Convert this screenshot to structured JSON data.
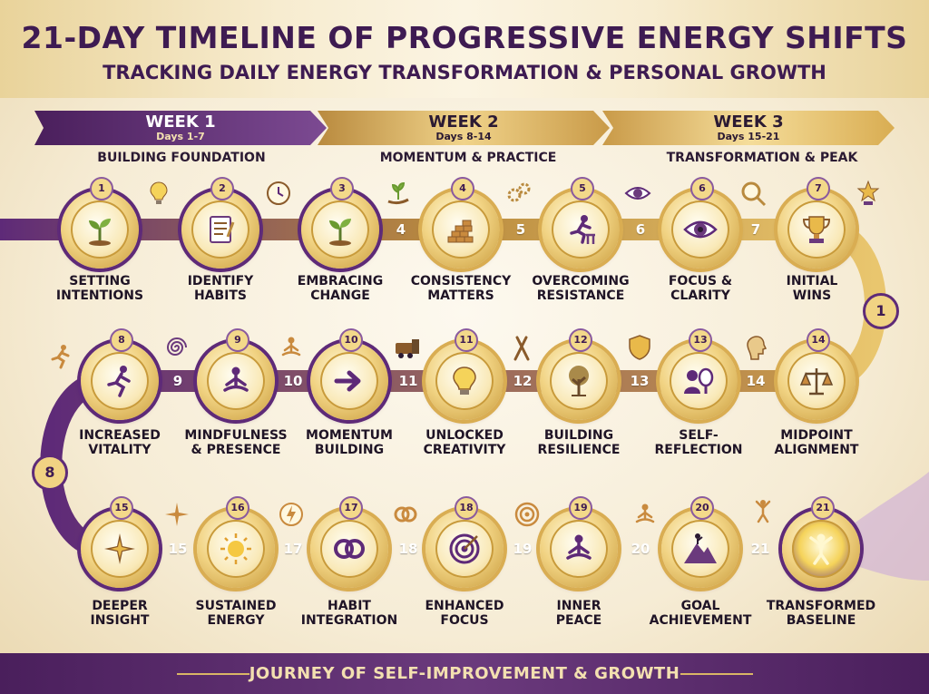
{
  "header": {
    "title": "21-DAY TIMELINE OF PROGRESSIVE ENERGY SHIFTS",
    "subtitle": "TRACKING DAILY ENERGY TRANSFORMATION & PERSONAL GROWTH"
  },
  "weeks": [
    {
      "label": "WEEK 1",
      "days": "Days 1-7",
      "theme": "BUILDING FOUNDATION"
    },
    {
      "label": "WEEK 2",
      "days": "Days 8-14",
      "theme": "MOMENTUM & PRACTICE"
    },
    {
      "label": "WEEK 3",
      "days": "Days 15-21",
      "theme": "TRANSFORMATION & PEAK"
    }
  ],
  "days": [
    {
      "num": "1",
      "line1": "SETTING",
      "line2": "INTENTIONS",
      "icon": "sprout-icon"
    },
    {
      "num": "2",
      "line1": "IDENTIFY",
      "line2": "HABITS",
      "icon": "notebook-icon"
    },
    {
      "num": "3",
      "line1": "EMBRACING",
      "line2": "CHANGE",
      "icon": "sprout-icon"
    },
    {
      "num": "4",
      "line1": "CONSISTENCY",
      "line2": "MATTERS",
      "icon": "bricks-icon"
    },
    {
      "num": "5",
      "line1": "OVERCOMING",
      "line2": "RESISTANCE",
      "icon": "hurdle-runner-icon"
    },
    {
      "num": "6",
      "line1": "FOCUS &",
      "line2": "CLARITY",
      "icon": "eye-icon"
    },
    {
      "num": "7",
      "line1": "INITIAL",
      "line2": "WINS",
      "icon": "trophy-icon"
    },
    {
      "num": "8",
      "line1": "INCREASED",
      "line2": "VITALITY",
      "icon": "runner-icon"
    },
    {
      "num": "9",
      "line1": "MINDFULNESS",
      "line2": "& PRESENCE",
      "icon": "meditation-icon"
    },
    {
      "num": "10",
      "line1": "MOMENTUM",
      "line2": "BUILDING",
      "icon": "arrow-icon"
    },
    {
      "num": "11",
      "line1": "UNLOCKED",
      "line2": "CREATIVITY",
      "icon": "lightbulb-icon"
    },
    {
      "num": "12",
      "line1": "BUILDING",
      "line2": "RESILIENCE",
      "icon": "tree-icon"
    },
    {
      "num": "13",
      "line1": "SELF-",
      "line2": "REFLECTION",
      "icon": "mirror-icon"
    },
    {
      "num": "14",
      "line1": "MIDPOINT",
      "line2": "ALIGNMENT",
      "icon": "scales-icon"
    },
    {
      "num": "15",
      "line1": "DEEPER",
      "line2": "INSIGHT",
      "icon": "compass-icon"
    },
    {
      "num": "16",
      "line1": "SUSTAINED",
      "line2": "ENERGY",
      "icon": "sun-icon"
    },
    {
      "num": "17",
      "line1": "HABIT",
      "line2": "INTEGRATION",
      "icon": "rings-icon"
    },
    {
      "num": "18",
      "line1": "ENHANCED",
      "line2": "FOCUS",
      "icon": "target-icon"
    },
    {
      "num": "19",
      "line1": "INNER",
      "line2": "PEACE",
      "icon": "meditation-icon"
    },
    {
      "num": "20",
      "line1": "GOAL",
      "line2": "ACHIEVEMENT",
      "icon": "summit-icon"
    },
    {
      "num": "21",
      "line1": "TRANSFORMED",
      "line2": "BASELINE",
      "icon": "radiant-figure-icon"
    }
  ],
  "segment_numbers": [
    "4",
    "5",
    "6",
    "7",
    "9",
    "10",
    "11",
    "12",
    "13",
    "14",
    "15",
    "17",
    "18",
    "19",
    "20",
    "21"
  ],
  "side_numbers": [
    "1",
    "8"
  ],
  "footer": {
    "text": "JOURNEY OF SELF-IMPROVEMENT & GROWTH"
  },
  "colors": {
    "purple": "#5e2a78",
    "gold": "#d9ad52",
    "cream": "#fdf9ef"
  }
}
